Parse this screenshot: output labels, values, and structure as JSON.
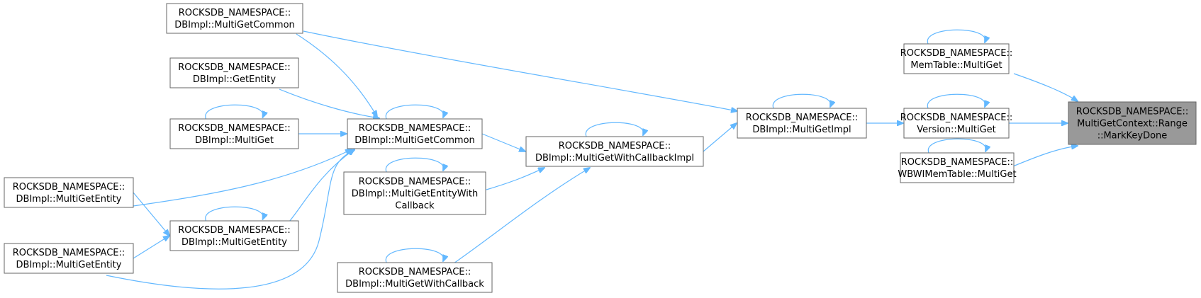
{
  "graph": {
    "focus_node": "n_markkeydone",
    "colors": {
      "edge": "#63b8ff",
      "node_border": "#666666",
      "focus_fill": "#999999",
      "node_fill": "#ffffff"
    },
    "nodes": [
      {
        "id": "n_markkeydone",
        "lines": [
          "ROCKSDB_NAMESPACE::",
          "MultiGetContext::Range",
          "::MarkKeyDone"
        ],
        "focus": true
      },
      {
        "id": "n_memtable",
        "lines": [
          "ROCKSDB_NAMESPACE::",
          "MemTable::MultiGet"
        ]
      },
      {
        "id": "n_version",
        "lines": [
          "ROCKSDB_NAMESPACE::",
          "Version::MultiGet"
        ]
      },
      {
        "id": "n_wbwi",
        "lines": [
          "ROCKSDB_NAMESPACE::",
          "WBWIMemTable::MultiGet"
        ]
      },
      {
        "id": "n_impl",
        "lines": [
          "ROCKSDB_NAMESPACE::",
          "DBImpl::MultiGetImpl"
        ]
      },
      {
        "id": "n_cbimpl",
        "lines": [
          "ROCKSDB_NAMESPACE::",
          "DBImpl::MultiGetWithCallbackImpl"
        ]
      },
      {
        "id": "n_common_main",
        "lines": [
          "ROCKSDB_NAMESPACE::",
          "DBImpl::MultiGetCommon"
        ]
      },
      {
        "id": "n_entitycb",
        "lines": [
          "ROCKSDB_NAMESPACE::",
          "DBImpl::MultiGetEntityWith",
          "Callback"
        ]
      },
      {
        "id": "n_withcb",
        "lines": [
          "ROCKSDB_NAMESPACE::",
          "DBImpl::MultiGetWithCallback"
        ]
      },
      {
        "id": "n_common_top",
        "lines": [
          "ROCKSDB_NAMESPACE::",
          "DBImpl::MultiGetCommon"
        ]
      },
      {
        "id": "n_getentity",
        "lines": [
          "ROCKSDB_NAMESPACE::",
          "DBImpl::GetEntity"
        ]
      },
      {
        "id": "n_multiget",
        "lines": [
          "ROCKSDB_NAMESPACE::",
          "DBImpl::MultiGet"
        ]
      },
      {
        "id": "n_entity_mid",
        "lines": [
          "ROCKSDB_NAMESPACE::",
          "DBImpl::MultiGetEntity"
        ]
      },
      {
        "id": "n_entity_left1",
        "lines": [
          "ROCKSDB_NAMESPACE::",
          "DBImpl::MultiGetEntity"
        ]
      },
      {
        "id": "n_entity_left2",
        "lines": [
          "ROCKSDB_NAMESPACE::",
          "DBImpl::MultiGetEntity"
        ]
      }
    ],
    "edges": [
      {
        "from": "n_memtable",
        "to": "n_markkeydone"
      },
      {
        "from": "n_version",
        "to": "n_markkeydone"
      },
      {
        "from": "n_wbwi",
        "to": "n_markkeydone"
      },
      {
        "from": "n_impl",
        "to": "n_version"
      },
      {
        "from": "n_common_top",
        "to": "n_impl"
      },
      {
        "from": "n_cbimpl",
        "to": "n_impl"
      },
      {
        "from": "n_common_main",
        "to": "n_cbimpl"
      },
      {
        "from": "n_entitycb",
        "to": "n_cbimpl"
      },
      {
        "from": "n_withcb",
        "to": "n_cbimpl"
      },
      {
        "from": "n_common_top",
        "to": "n_common_main"
      },
      {
        "from": "n_getentity",
        "to": "n_common_main"
      },
      {
        "from": "n_multiget",
        "to": "n_common_main"
      },
      {
        "from": "n_entity_left1",
        "to": "n_common_main"
      },
      {
        "from": "n_entity_mid",
        "to": "n_common_main"
      },
      {
        "from": "n_entity_left2",
        "to": "n_common_main"
      },
      {
        "from": "n_entity_left1",
        "to": "n_entity_mid"
      },
      {
        "from": "n_entity_left2",
        "to": "n_entity_mid"
      }
    ],
    "self_loops": [
      "n_memtable",
      "n_version",
      "n_wbwi",
      "n_impl",
      "n_cbimpl",
      "n_common_main",
      "n_entitycb",
      "n_withcb",
      "n_multiget",
      "n_entity_mid"
    ]
  }
}
